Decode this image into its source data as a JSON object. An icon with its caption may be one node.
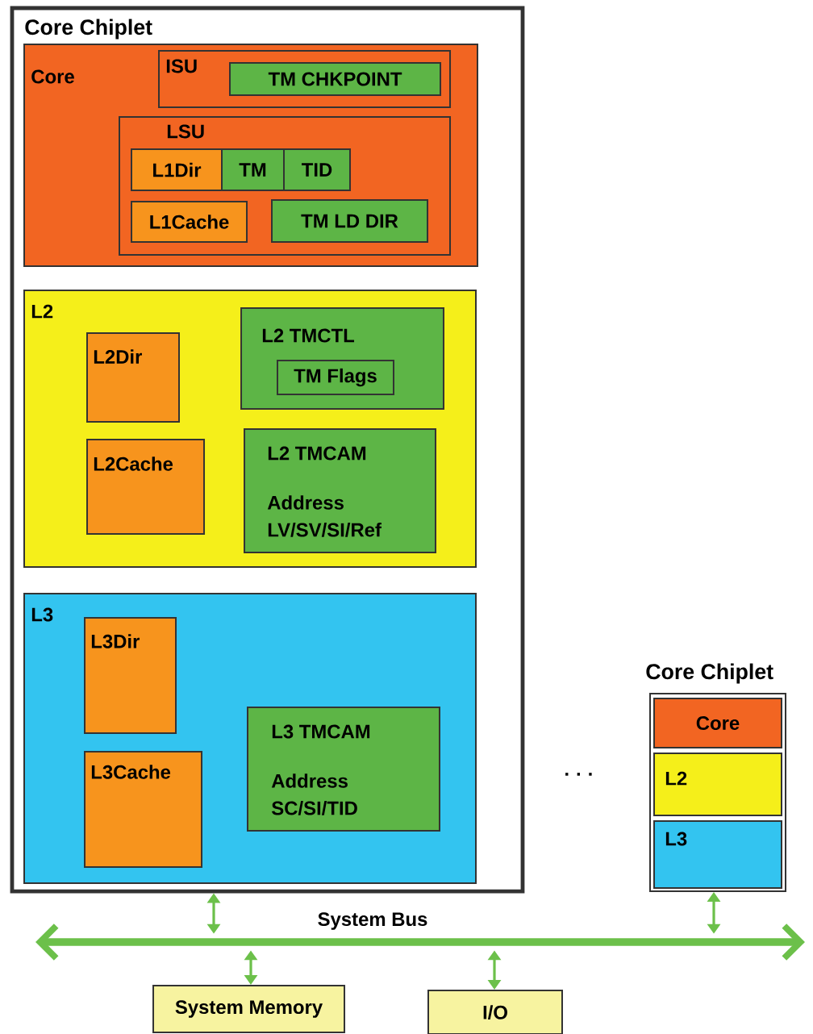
{
  "diagram": {
    "nodes": [
      {
        "text": [
          "Core Chiplet"
        ]
      },
      {
        "text": [
          "Core"
        ],
        "in": 0
      },
      {
        "text": [
          "ISU"
        ],
        "in": 1
      },
      {
        "text": [
          "TM CHKPOINT"
        ],
        "in": 2
      },
      {
        "text": [
          "LSU"
        ],
        "in": 1
      },
      {
        "text": [
          "L1Dir"
        ],
        "in": 4
      },
      {
        "text": [
          "TM"
        ],
        "in": 4
      },
      {
        "text": [
          "TID"
        ],
        "in": 4
      },
      {
        "text": [
          "L1Cache"
        ],
        "in": 4
      },
      {
        "text": [
          "TM LD DIR"
        ],
        "in": 4
      },
      {
        "text": [
          "L2"
        ],
        "in": 0
      },
      {
        "text": [
          "L2Dir"
        ],
        "in": 10
      },
      {
        "text": [
          "L2 TMCTL"
        ],
        "in": 10
      },
      {
        "text": [
          "TM Flags"
        ],
        "in": 12
      },
      {
        "text": [
          "L2Cache"
        ],
        "in": 10
      },
      {
        "text": [
          "L2 TMCAM",
          "Address LV/SV/SI/Ref"
        ],
        "in": 10
      },
      {
        "text": [
          "L3"
        ],
        "in": 0
      },
      {
        "text": [
          "L3Dir"
        ],
        "in": 16
      },
      {
        "text": [
          "L3Cache"
        ],
        "in": 16
      },
      {
        "text": [
          "L3 TMCAM",
          "Address SC/SI/TID"
        ],
        "in": 16
      },
      {
        "text": [
          "Core Chiplet"
        ]
      },
      {
        "text": [
          "Core"
        ],
        "in": 20
      },
      {
        "text": [
          "L2"
        ],
        "in": 20
      },
      {
        "text": [
          "L3"
        ],
        "in": 20
      },
      {
        "text": [
          "System Bus"
        ]
      },
      {
        "text": [
          "System Memory"
        ]
      },
      {
        "text": [
          "I/O"
        ]
      }
    ],
    "edges": [
      {
        "from": 0,
        "to": 24,
        "arrow": "both"
      },
      {
        "from": 20,
        "to": 24,
        "arrow": "both"
      },
      {
        "from": 24,
        "to": 25,
        "arrow": "both"
      },
      {
        "from": 24,
        "to": 26,
        "arrow": "both"
      }
    ],
    "labels": [
      "· · ·"
    ]
  }
}
